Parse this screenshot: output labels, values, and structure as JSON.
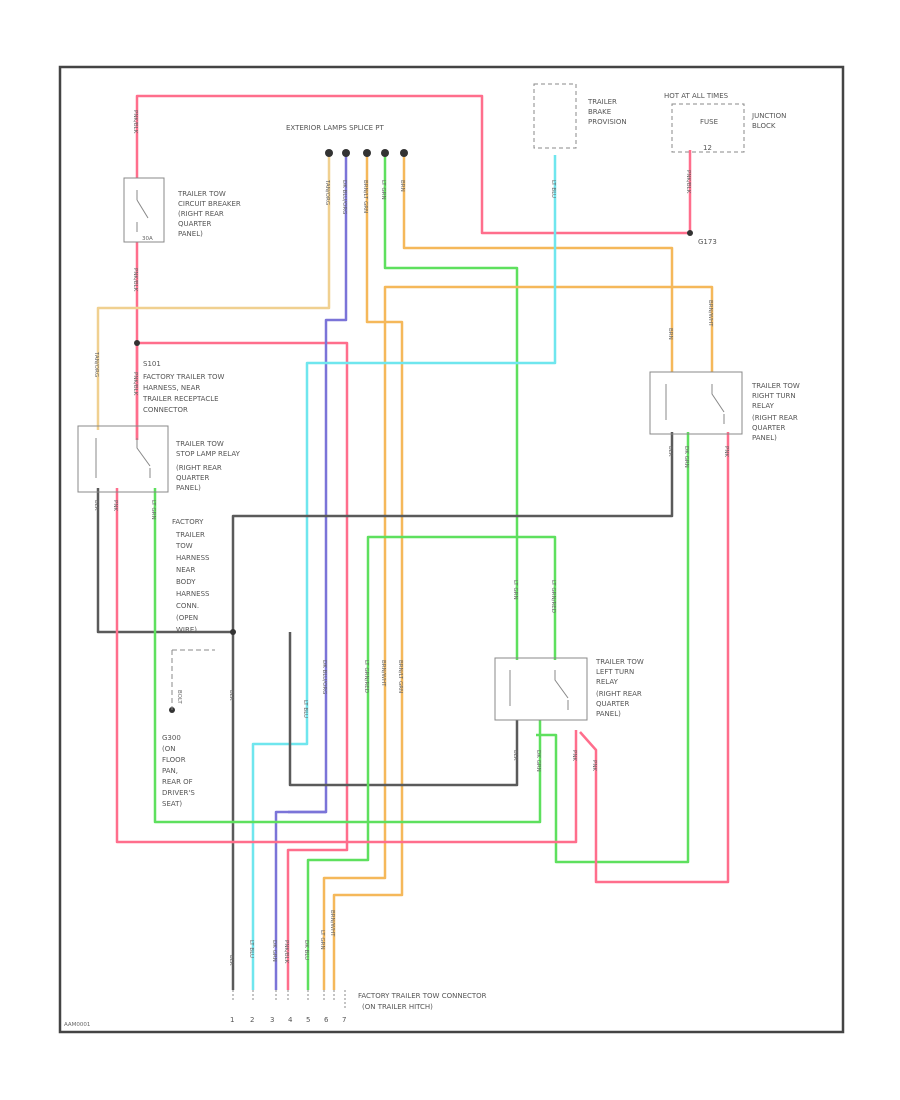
{
  "page_id": "AAM0001",
  "colors": {
    "pink": "#ff6e8c",
    "red": "#e8194a",
    "orange": "#f5b85a",
    "tan": "#f0d090",
    "cyan": "#6fe6ee",
    "green": "#5ee05e",
    "purple": "#7b74d8",
    "dark": "#5a5a5a"
  },
  "labels": {
    "exterior_lamps_splice": "EXTERIOR LAMPS SPLICE PT",
    "trailer_brake_1": "TRAILER",
    "trailer_brake_2": "BRAKE",
    "trailer_brake_3": "PROVISION",
    "hot_fuse_1": "HOT AT ALL TIMES",
    "fuse": "FUSE",
    "fuse_num": "12",
    "junction_1": "JUNCTION",
    "junction_2": "BLOCK",
    "g_point": "G173",
    "cb_1": "TRAILER TOW",
    "cb_2": "CIRCUIT BREAKER",
    "cb_3": "(RIGHT REAR",
    "cb_4": "QUARTER",
    "cb_5": "PANEL)",
    "cb_amp": "30A",
    "s_point": "S101",
    "harness_1": "FACTORY TRAILER TOW",
    "harness_2": "HARNESS, NEAR",
    "harness_3": "TRAILER RECEPTACLE",
    "harness_4": "CONNECTOR",
    "stop_1": "TRAILER TOW",
    "stop_2": "STOP LAMP RELAY",
    "stop_3": "(RIGHT REAR",
    "stop_4": "QUARTER",
    "stop_5": "PANEL)",
    "rt_1": "TRAILER TOW",
    "rt_2": "RIGHT TURN",
    "rt_3": "RELAY",
    "rt_4": "(RIGHT REAR",
    "rt_5": "QUARTER",
    "rt_6": "PANEL)",
    "lt_1": "TRAILER TOW",
    "lt_2": "LEFT TURN",
    "lt_3": "RELAY",
    "lt_4": "(RIGHT REAR",
    "lt_5": "QUARTER",
    "lt_6": "PANEL)",
    "fh_1": "FACTORY",
    "fh_2": "TRAILER",
    "fh_3": "TOW",
    "fh_4": "HARNESS",
    "fh_5": "NEAR",
    "fh_6": "BODY",
    "fh_7": "HARNESS",
    "fh_8": "CONN.",
    "fh_9": "(OPEN",
    "fh_10": "WIRE)",
    "gnd_1": "G300",
    "gnd_2": "(ON",
    "gnd_3": "FLOOR",
    "gnd_4": "PAN,",
    "gnd_5": "REAR OF",
    "gnd_6": "DRIVER'S",
    "gnd_7": "SEAT)",
    "bolt": "BOLT",
    "conn_1": "FACTORY TRAILER TOW CONNECTOR",
    "conn_2": "(ON TRAILER HITCH)"
  },
  "wire_labels": {
    "pink_top": "PNK/BLK",
    "pink_cb_bottom": "PNK/BLK",
    "tan_top": "TAN/ORG",
    "purple_top": "DK BLU/ORG",
    "orange_top": "BRN/LT GRN",
    "green_top": "LT GRN",
    "tan2_top": "BRN",
    "cyan_top": "LT BLU",
    "pink_right": "PNK/BLK",
    "tan_stop_in": "TAN/ORG",
    "pink_stop_in": "PNK/BLK",
    "stop_out1": "BLK",
    "stop_out2": "PNK",
    "stop_out3": "LT GRN",
    "rt_in1": "BRN",
    "rt_in2": "BRN/WHT",
    "rt_out1": "BLK",
    "rt_out2": "DK GRN",
    "rt_out3": "PNK",
    "lt_in1": "LT GRN",
    "lt_in2": "LT GRN/RED",
    "lt_out1": "BLK",
    "lt_out2": "DK GRN",
    "lt_out3": "PNK",
    "lt_out4": "PNK",
    "gnd_wire": "BLK",
    "mid_1": "LT BLU",
    "mid_2": "DK BLU/ORG",
    "mid_3": "LT GRN/RED",
    "mid_4": "BRN/WHT",
    "mid_5": "BRN/LT GRN",
    "c1": "BLK",
    "c2": "LT BLU",
    "c3": "DK GRN",
    "c4": "PNK/BLK",
    "c5": "DK BLU",
    "c6": "LT GRN",
    "c7": "BRN/WHT"
  },
  "pins": [
    "1",
    "2",
    "3",
    "4",
    "5",
    "6",
    "7"
  ]
}
